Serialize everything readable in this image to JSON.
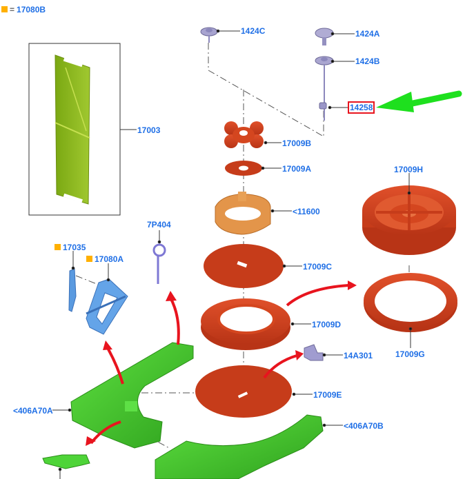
{
  "legend": {
    "marker_color": "#ffb000",
    "symbol": "=",
    "part": "17080B"
  },
  "colors": {
    "label": "#1f6fe6",
    "highlight_box": "#e8141e",
    "pointer_arrow": "#1ee01e",
    "move_arrows": "#e8141e",
    "part_orange": "#c4391a",
    "part_green": "#3fc42a",
    "part_lime": "#8cb41e",
    "part_blue": "#5a9ae0",
    "part_lilac": "#9a96c8"
  },
  "callouts": [
    {
      "id": "1424C",
      "text": "1424C",
      "flag": false
    },
    {
      "id": "1424A",
      "text": "1424A",
      "flag": false
    },
    {
      "id": "1424B",
      "text": "1424B",
      "flag": false
    },
    {
      "id": "14258",
      "text": "14258",
      "flag": false,
      "highlighted": true
    },
    {
      "id": "17003",
      "text": "17003",
      "flag": false
    },
    {
      "id": "17009B",
      "text": "17009B",
      "flag": false
    },
    {
      "id": "17009A",
      "text": "17009A",
      "flag": false
    },
    {
      "id": "11600",
      "text": "<11600",
      "flag": false
    },
    {
      "id": "17009H",
      "text": "17009H",
      "flag": false
    },
    {
      "id": "7P404",
      "text": "7P404",
      "flag": false
    },
    {
      "id": "17035",
      "text": "17035",
      "flag": true
    },
    {
      "id": "17080A",
      "text": "17080A",
      "flag": true
    },
    {
      "id": "17009C",
      "text": "17009C",
      "flag": false
    },
    {
      "id": "17009D",
      "text": "17009D",
      "flag": false
    },
    {
      "id": "14A301",
      "text": "14A301",
      "flag": false
    },
    {
      "id": "17009G",
      "text": "17009G",
      "flag": false
    },
    {
      "id": "17009E",
      "text": "17009E",
      "flag": false
    },
    {
      "id": "406A70A",
      "text": "<406A70A",
      "flag": false
    },
    {
      "id": "406A70B",
      "text": "<406A70B",
      "flag": false
    }
  ]
}
